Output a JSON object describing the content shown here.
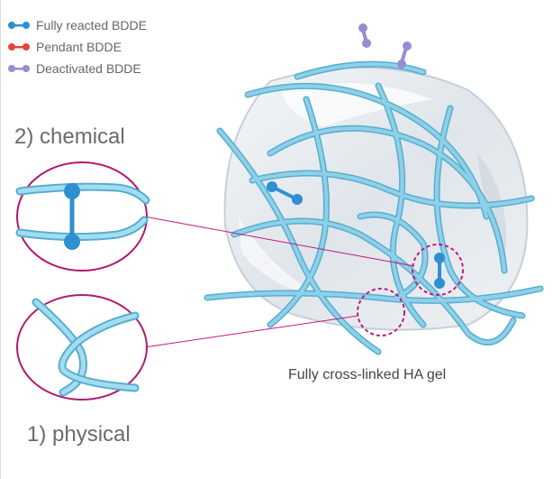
{
  "legend": [
    {
      "label": "Fully reacted BDDE",
      "color": "#2f8fd0",
      "icon": "crosslinker-icon"
    },
    {
      "label": "Pendant BDDE",
      "color": "#e2453f",
      "icon": "crosslinker-icon"
    },
    {
      "label": "Deactivated BDDE",
      "color": "#9b8bd3",
      "icon": "crosslinker-icon"
    }
  ],
  "headings": {
    "chemical": "2) chemical",
    "physical": "1) physical"
  },
  "caption": "Fully cross-linked HA gel",
  "colors": {
    "strand": "#89cde6",
    "strand_edge": "#56aed0",
    "callout": "#c4197f",
    "crosslinker": "#2f8fd0",
    "deactivated": "#9b8bd3"
  }
}
